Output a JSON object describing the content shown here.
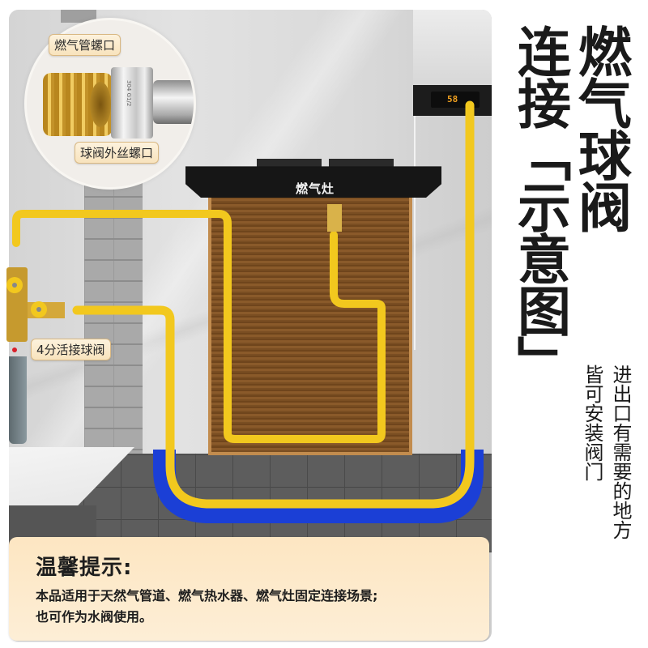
{
  "title": {
    "column_right": "燃气球阀",
    "column_left": "连接「示意图」"
  },
  "subtitle": {
    "column_right": "进出口有需要的地方",
    "column_left": "皆可安装阀门"
  },
  "callouts": {
    "gas_pipe_thread": "燃气管螺口",
    "ball_valve_male_thread": "球阀外丝螺口",
    "union_ball_valve": "4分活接球阀",
    "stove_label": "燃气灶"
  },
  "hose_marking": "304 G1/2",
  "heater_display": "58",
  "notice": {
    "title": "温馨提示:",
    "line1": "本品适用于天然气管道、燃气热水器、燃气灶固定连接场景;",
    "line2": "也可作为水阀使用。"
  },
  "colors": {
    "gas_hose": "#f2c81e",
    "floor_conduit": "#1b3fd6",
    "cabinet_wood": "#7a4e22",
    "notice_bg": "#fde6c2",
    "title_text": "#1a1a1a"
  }
}
